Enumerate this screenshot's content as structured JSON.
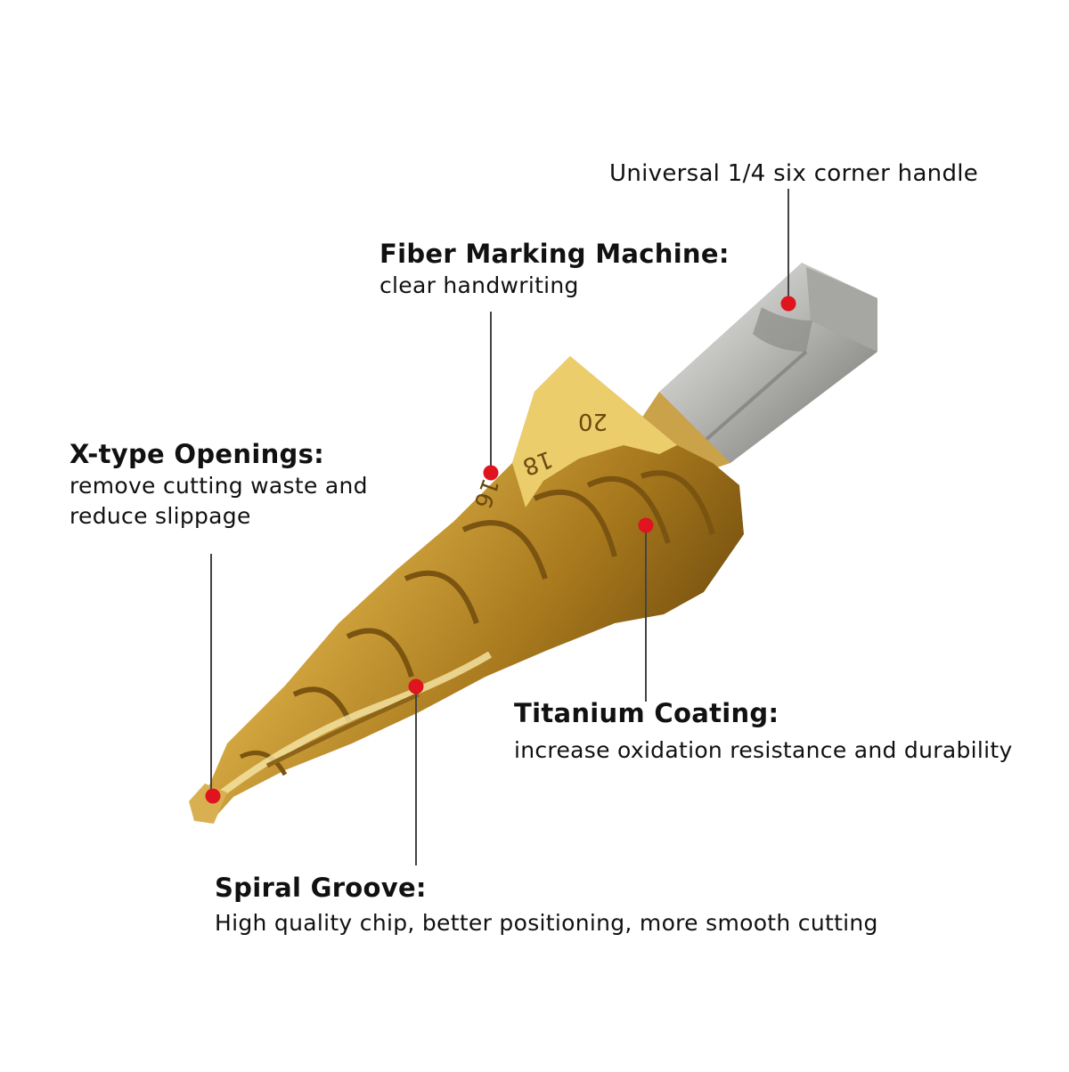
{
  "callouts": {
    "handle": {
      "text": "Universal 1/4 six corner handle"
    },
    "marking": {
      "title": "Fiber Marking Machine:",
      "desc": "clear handwriting"
    },
    "openings": {
      "title": "X-type Openings:",
      "desc_line1": "remove cutting waste and",
      "desc_line2": "reduce slippage"
    },
    "coating": {
      "title": "Titanium Coating:",
      "desc": "increase oxidation resistance and durability"
    },
    "groove": {
      "title": "Spiral Groove:",
      "desc": "High quality chip, better positioning, more smooth cutting"
    }
  },
  "bit_markings": [
    "20",
    "18",
    "16"
  ],
  "colors": {
    "marker": "#e0141e",
    "leader": "#444444",
    "gold_light": "#f3d679",
    "gold_mid": "#c89a2c",
    "gold_dark": "#7a5410",
    "steel_light": "#e7e7e5",
    "steel_dark": "#6b6b69"
  }
}
